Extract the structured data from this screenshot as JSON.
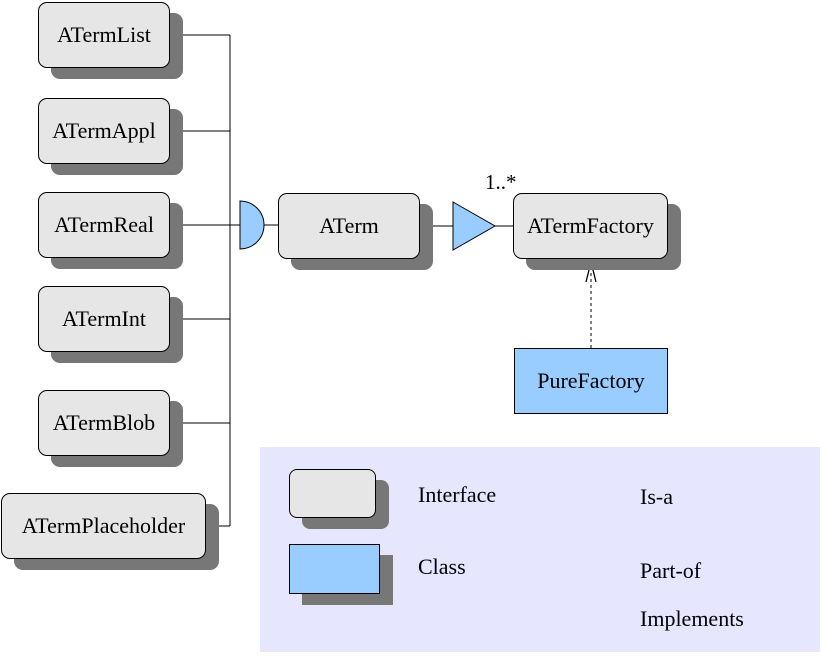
{
  "diagram": {
    "interfaces": {
      "aterm_list": "ATermList",
      "aterm_appl": "ATermAppl",
      "aterm_real": "ATermReal",
      "aterm_int": "ATermInt",
      "aterm_blob": "ATermBlob",
      "aterm_placeholder": "ATermPlaceholder",
      "aterm": "ATerm",
      "aterm_factory": "ATermFactory"
    },
    "classes": {
      "pure_factory": "PureFactory"
    },
    "multiplicity": "1..*"
  },
  "legend": {
    "interface_label": "Interface",
    "class_label": "Class",
    "is_a_label": "Is-a",
    "part_of_label": "Part-of",
    "implements_label": "Implements"
  },
  "colors": {
    "interface_fill": "#e6e6e6",
    "class_fill": "#99ccff",
    "shadow": "#777777",
    "legend_background": "#e6e6ff"
  },
  "icons": {
    "is_a": "half-circle-icon",
    "part_of": "triangle-icon",
    "implements": "dashed-arrow-icon"
  }
}
